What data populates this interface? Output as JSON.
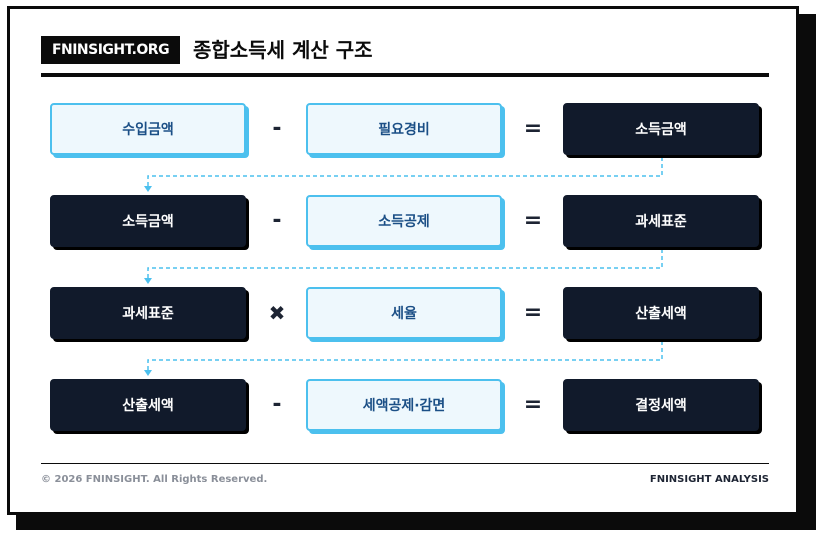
{
  "header": {
    "logo_text": "FNINSIGHT.ORG",
    "title": "종합소득세 계산 구조"
  },
  "rows": [
    {
      "left": "수입금액",
      "operator": "-",
      "middle": "필요경비",
      "equals": "=",
      "result": "소득금액"
    },
    {
      "left": "소득금액",
      "operator": "-",
      "middle": "소득공제",
      "equals": "=",
      "result": "과세표준"
    },
    {
      "left": "과세표준",
      "operator": "✖",
      "middle": "세율",
      "equals": "=",
      "result": "산출세액"
    },
    {
      "left": "산출세액",
      "operator": "-",
      "middle": "세액공제·감면",
      "equals": "=",
      "result": "결정세액"
    }
  ],
  "footer": {
    "copyright": "© 2026 FNINSIGHT. All Rights Reserved.",
    "analysis": "FNINSIGHT ANALYSIS"
  },
  "colors": {
    "dark_box": "#111a2b",
    "light_box_fill": "#eef8fd",
    "light_box_border": "#4cc0ee",
    "light_text": "#1b4f86",
    "connector": "#4cc0ee"
  }
}
